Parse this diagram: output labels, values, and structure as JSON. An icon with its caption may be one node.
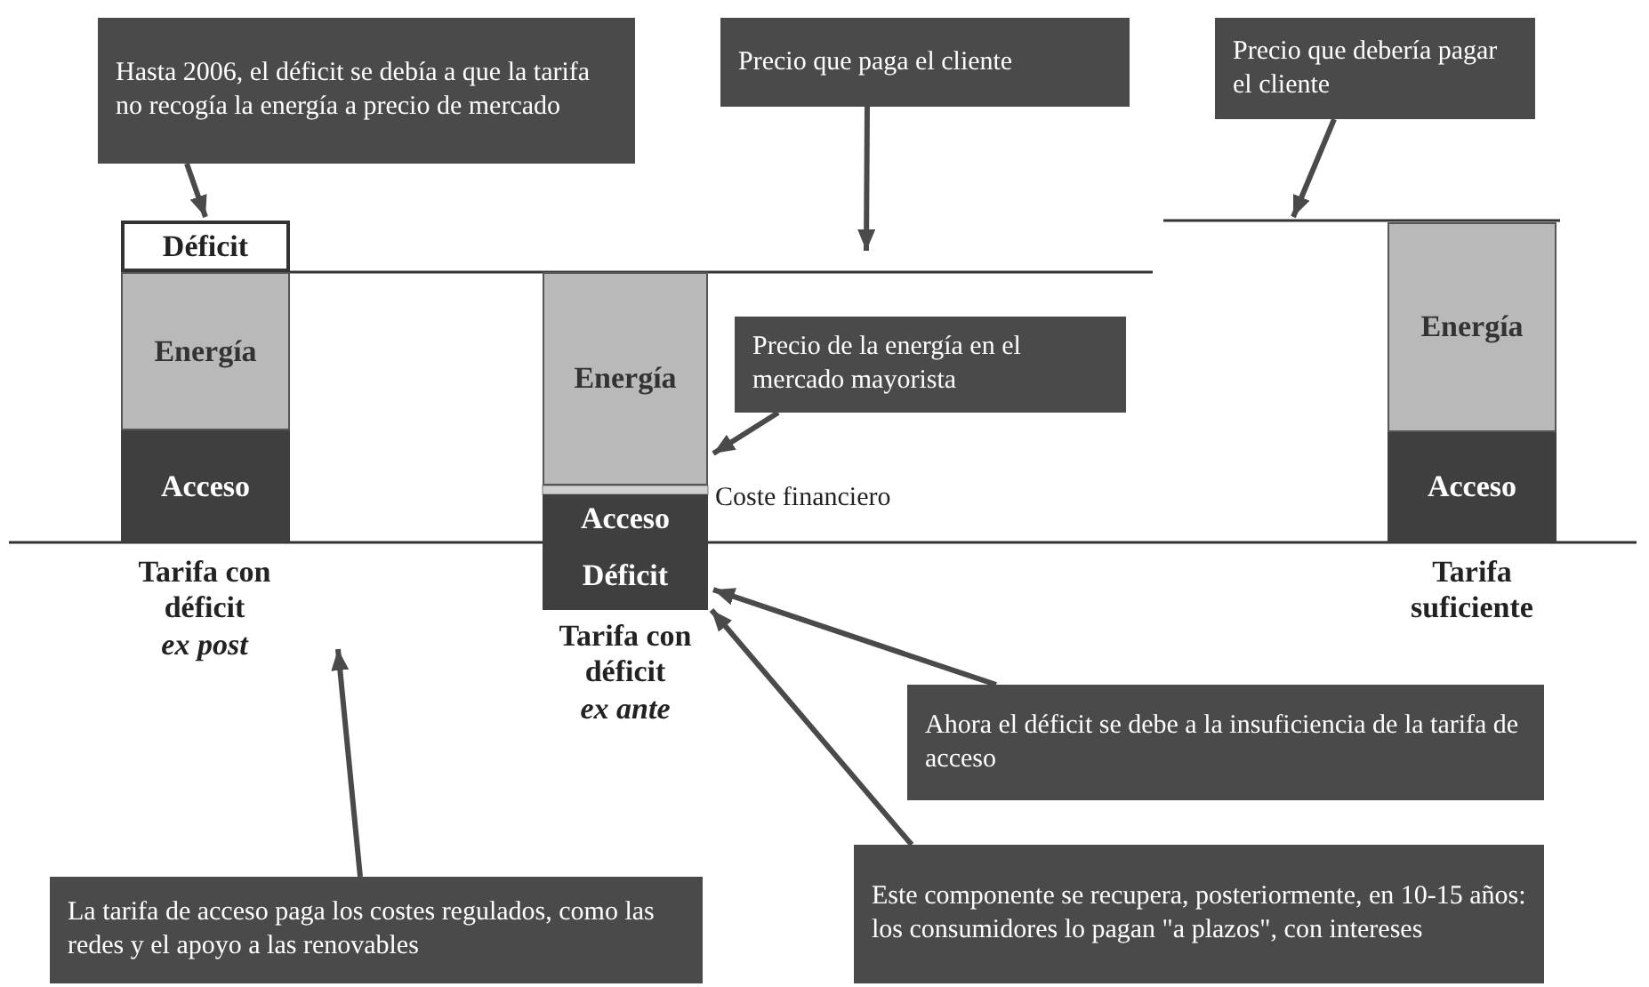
{
  "diagram": {
    "nodes": [
      {
        "text": [
          "Hasta 2006, el déficit se debía a que la tarifa no recogía la energía a precio de mercado"
        ]
      },
      {
        "text": [
          "Precio que paga el cliente"
        ]
      },
      {
        "text": [
          "Precio que debería pagar el cliente"
        ]
      },
      {
        "text": [
          "Déficit"
        ]
      },
      {
        "text": [
          "Energía"
        ]
      },
      {
        "text": [
          "Acceso"
        ]
      },
      {
        "text": [
          "Energía"
        ]
      },
      {
        "text": [
          "Precio de la energía en el mercado mayorista"
        ]
      },
      {
        "text": [
          "Acceso"
        ]
      },
      {
        "text": [
          "Déficit"
        ]
      },
      {
        "text": [
          "Energía"
        ]
      },
      {
        "text": [
          "Acceso"
        ]
      },
      {
        "text": [
          "Ahora el déficit se debe a la insuficiencia de la tarifa de acceso"
        ]
      },
      {
        "text": [
          "Este componente se recupera, posteriormente, en 10-15 años: los consumidores lo pagan \"a plazos\", con intereses"
        ]
      },
      {
        "text": [
          "La tarifa de acceso paga los costes regulados, como las redes y el apoyo a las renovables"
        ]
      }
    ],
    "edges": [
      {
        "from": 0,
        "to": 3,
        "arrow": "to"
      },
      {
        "from": 1,
        "to": null,
        "arrow": "to"
      },
      {
        "from": 2,
        "to": null,
        "arrow": "to"
      },
      {
        "from": 7,
        "to": 6,
        "arrow": "to"
      },
      {
        "from": 12,
        "to": 9,
        "arrow": "to"
      },
      {
        "from": 13,
        "to": 9,
        "arrow": "to"
      },
      {
        "from": 14,
        "to": null,
        "arrow": "to"
      }
    ],
    "labels": [
      "Coste financiero",
      "Tarifa con déficit *ex post*",
      "Tarifa suficiente",
      "Tarifa con déficit *ex ante*"
    ]
  }
}
